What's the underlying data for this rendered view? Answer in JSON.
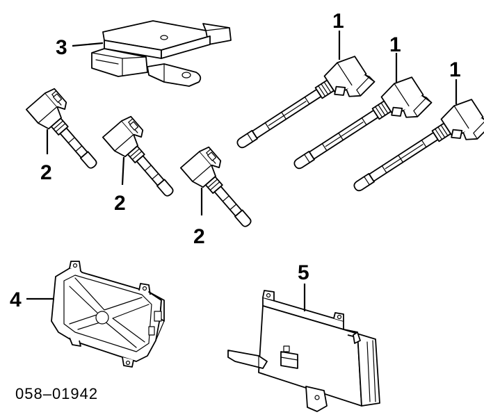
{
  "callouts": {
    "c1a": "1",
    "c1b": "1",
    "c1c": "1",
    "c2a": "2",
    "c2b": "2",
    "c2c": "2",
    "c3": "3",
    "c4": "4",
    "c5": "5"
  },
  "diagram_code": "058–01942",
  "parts": {
    "part1": "ignition-coil-long",
    "part2": "ignition-coil-short",
    "part3": "ignition-module",
    "part4": "bracket-frame",
    "part5": "control-unit"
  }
}
